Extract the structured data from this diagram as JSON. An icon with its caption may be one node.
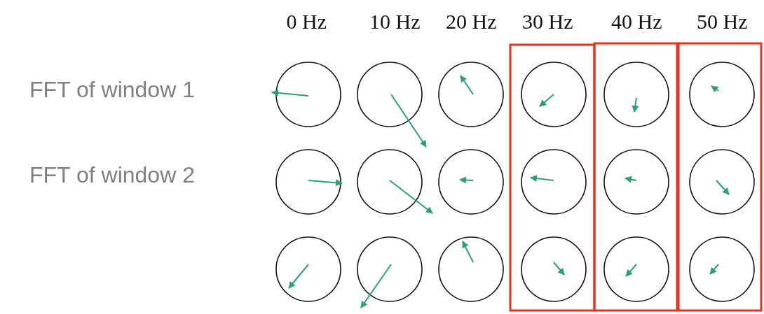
{
  "diagram": {
    "labels": [
      "0 Hz",
      "10 Hz",
      "20 Hz",
      "30 Hz",
      "40 Hz",
      "50 Hz",
      "FFT of window 1",
      "FFT of window 2"
    ]
  }
}
